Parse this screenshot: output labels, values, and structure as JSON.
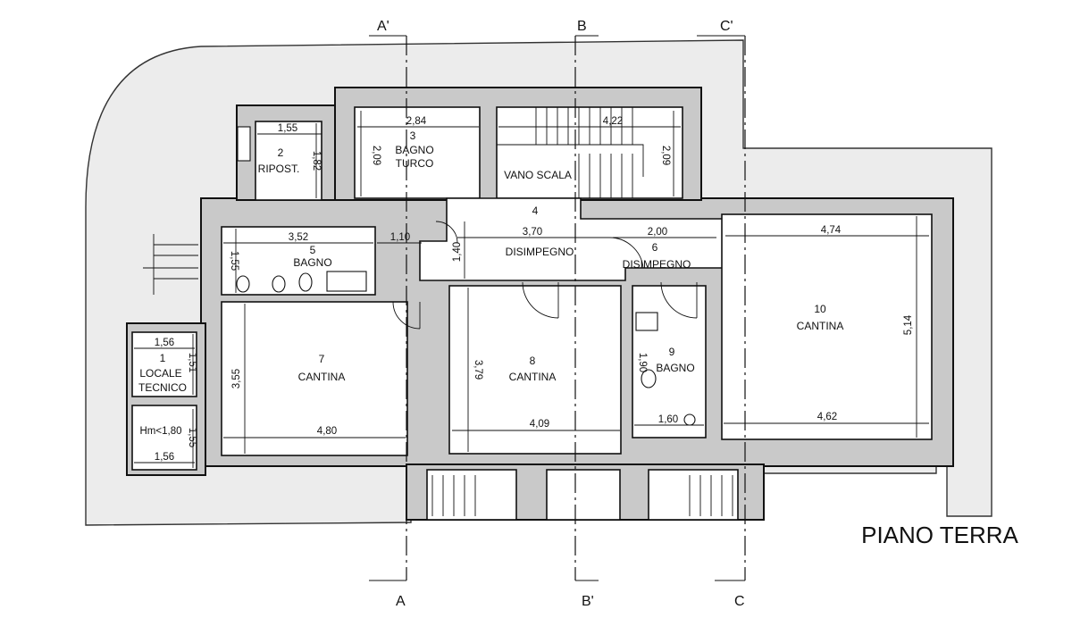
{
  "title": "PIANO TERRA",
  "sections": [
    {
      "top": "A'",
      "bottom": "A"
    },
    {
      "top": "B",
      "bottom": "B'"
    },
    {
      "top": "C'",
      "bottom": "C"
    }
  ],
  "rooms": {
    "r1": {
      "num": "1",
      "lines": [
        "LOCALE",
        "TECNICO"
      ]
    },
    "r1b": {
      "label": "Hm<1,80"
    },
    "r2": {
      "num": "2",
      "lines": [
        "RIPOST."
      ]
    },
    "r3": {
      "num": "3",
      "lines": [
        "BAGNO",
        "TURCO"
      ]
    },
    "r4": {
      "num": "4",
      "lines": [
        "VANO SCALA",
        "DISIMPEGNO"
      ]
    },
    "r5": {
      "num": "5",
      "lines": [
        "BAGNO"
      ]
    },
    "r6": {
      "num": "6",
      "lines": [
        "DISIMPEGNO"
      ]
    },
    "r7": {
      "num": "7",
      "lines": [
        "CANTINA"
      ]
    },
    "r8": {
      "num": "8",
      "lines": [
        "CANTINA"
      ]
    },
    "r9": {
      "num": "9",
      "lines": [
        "BAGNO"
      ]
    },
    "r10": {
      "num": "10",
      "lines": [
        "CANTINA"
      ]
    }
  },
  "dimensions": {
    "d155a": "1,55",
    "d182": "1,82",
    "d284": "2,84",
    "d209a": "2,09",
    "d422": "4,22",
    "d209b": "2,09",
    "d352": "3,52",
    "d110": "1,10",
    "d155b": "1,55",
    "d370": "3,70",
    "d140": "1,40",
    "d200": "2,00",
    "d474": "4,74",
    "d156a": "1,56",
    "d151": "1,51",
    "d355": "3,55",
    "d379": "3,79",
    "d514": "5,14",
    "d190": "1,90",
    "d480": "4,80",
    "d409": "4,09",
    "d160": "1,60",
    "d462": "4,62",
    "d155c": "1,55",
    "d156b": "1,56"
  }
}
